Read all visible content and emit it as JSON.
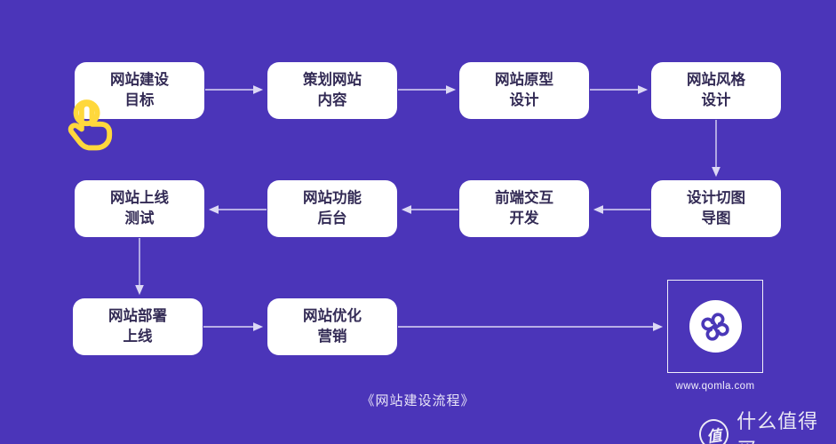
{
  "theme": {
    "background": "#4b35b9",
    "arrow_color": "#dcd8f5",
    "node_fill": "#ffffff",
    "node_text_color": "#332b55",
    "cursor_color": "#ffd83c",
    "logo_purple": "#4a38b8"
  },
  "caption": "《网站建设流程》",
  "nodes": [
    {
      "id": "goal",
      "lines": [
        "网站建设",
        "目标"
      ]
    },
    {
      "id": "plan",
      "lines": [
        "策划网站",
        "内容"
      ]
    },
    {
      "id": "prototype",
      "lines": [
        "网站原型",
        "设计"
      ]
    },
    {
      "id": "style",
      "lines": [
        "网站风格",
        "设计"
      ]
    },
    {
      "id": "slicing",
      "lines": [
        "设计切图",
        "导图"
      ]
    },
    {
      "id": "frontend",
      "lines": [
        "前端交互",
        "开发"
      ]
    },
    {
      "id": "backend",
      "lines": [
        "网站功能",
        "后台"
      ]
    },
    {
      "id": "testing",
      "lines": [
        "网站上线",
        "测试"
      ]
    },
    {
      "id": "deploy",
      "lines": [
        "网站部署",
        "上线"
      ]
    },
    {
      "id": "marketing",
      "lines": [
        "网站优化",
        "营销"
      ]
    }
  ],
  "logo": {
    "icon": "qomla-clover-icon",
    "site_url": "www.qomla.com"
  },
  "watermark": {
    "icon": "value-badge-icon",
    "badge_char": "值",
    "brand": "什么值得买"
  },
  "cursor": {
    "icon": "tap-hand-icon"
  }
}
